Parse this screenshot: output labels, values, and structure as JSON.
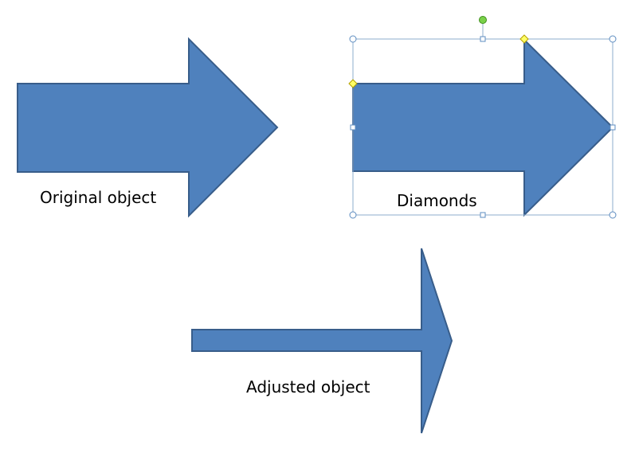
{
  "labels": {
    "original": "Original object",
    "diamonds": "Diamonds",
    "adjusted": "Adjusted object"
  },
  "colors": {
    "arrow_fill": "#4f81bd",
    "arrow_stroke": "#385d8a",
    "selection_frame": "#8eaccd",
    "handle_fill": "#ffffff",
    "handle_stroke": "#5d8cc0",
    "adjust_handle_fill": "#ffff66",
    "adjust_handle_stroke": "#b5a000",
    "rotate_handle_fill": "#7ad14a",
    "rotate_handle_stroke": "#3f8f1c"
  },
  "icons": {
    "rotate_handle": "rotate-handle-icon",
    "adjust_handle": "adjust-diamond-icon",
    "resize_handle": "resize-handle-icon"
  }
}
